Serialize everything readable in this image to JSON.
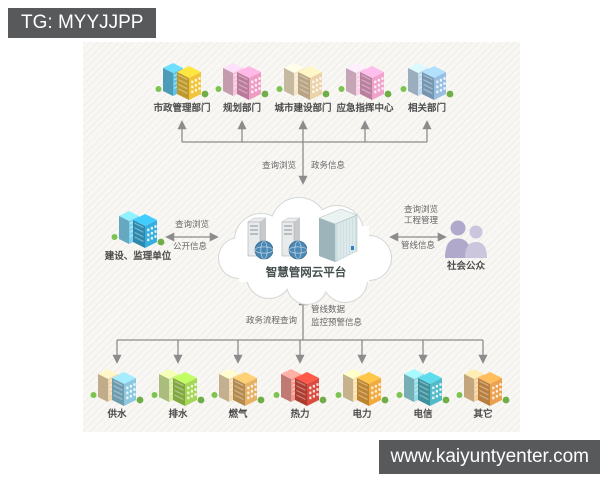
{
  "watermarks": {
    "tg_badge": "TG: MYYJJPP",
    "site_badge": "www.kaiyuntyenter.com"
  },
  "platform": {
    "label": "智慧管网云平台",
    "icons": [
      "server-icon",
      "server-icon",
      "storage-icon"
    ]
  },
  "top_row": {
    "nodes": [
      {
        "id": "municipal-management-dept",
        "label": "市政管理部门",
        "c1": "#f2c437",
        "c2": "#5fc3e6"
      },
      {
        "id": "planning-dept",
        "label": "规划部门",
        "c1": "#ef9cc5",
        "c2": "#f6c3da"
      },
      {
        "id": "urban-construction-dept",
        "label": "城市建设部门",
        "c1": "#ecd2a8",
        "c2": "#f6e7cb"
      },
      {
        "id": "emergency-command-center",
        "label": "应急指挥中心",
        "c1": "#efa2ca",
        "c2": "#f7d0e3"
      },
      {
        "id": "related-depts",
        "label": "相关部门",
        "c1": "#96bfe2",
        "c2": "#c0d9ee"
      }
    ]
  },
  "left_node": {
    "id": "construction-supervision-unit",
    "label": "建设、监理单位",
    "c1": "#38aede",
    "c2": "#7ed2ef"
  },
  "right_node": {
    "id": "general-public",
    "label": "社会公众",
    "c1": "#b0a9cb",
    "c2": "#cbc6dd"
  },
  "bottom_row": {
    "nodes": [
      {
        "id": "water-supply",
        "label": "供水",
        "c1": "#8cc8e0",
        "c2": "#f0d7ae"
      },
      {
        "id": "drainage",
        "label": "排水",
        "c1": "#a5d655",
        "c2": "#d6ec9e"
      },
      {
        "id": "gas",
        "label": "燃气",
        "c1": "#e7b165",
        "c2": "#f3dcb4"
      },
      {
        "id": "heating",
        "label": "热力",
        "c1": "#dc4b3e",
        "c2": "#ef9a90"
      },
      {
        "id": "electric-power",
        "label": "电力",
        "c1": "#f2a93e",
        "c2": "#f8e0b0"
      },
      {
        "id": "telecom",
        "label": "电信",
        "c1": "#50bac8",
        "c2": "#93d9e2"
      },
      {
        "id": "others",
        "label": "其它",
        "c1": "#eca14f",
        "c2": "#f4cf9c"
      }
    ]
  },
  "links": {
    "top_arrow": {
      "left_label": "查询浏览",
      "right_label": "政务信息"
    },
    "left_arrow": {
      "top_label": "查询浏览",
      "bottom_label": "公开信息"
    },
    "right_arrow": {
      "top_label_line1": "查询浏览",
      "top_label_line2": "工程管理",
      "bottom_label": "管线信息"
    },
    "bottom_arrow": {
      "left_label": "政务流程查询",
      "right_label_line1": "管线数据",
      "right_label_line2": "监控预警信息"
    }
  },
  "colors": {
    "line": "#8c8c8c",
    "label_text": "#4c4c4c",
    "annotation_text": "#666666",
    "badge_bg": "#58595b",
    "badge_text": "#ffffff",
    "cloud_outline": "#d4d9d6",
    "tree_green": "#6fae47"
  }
}
